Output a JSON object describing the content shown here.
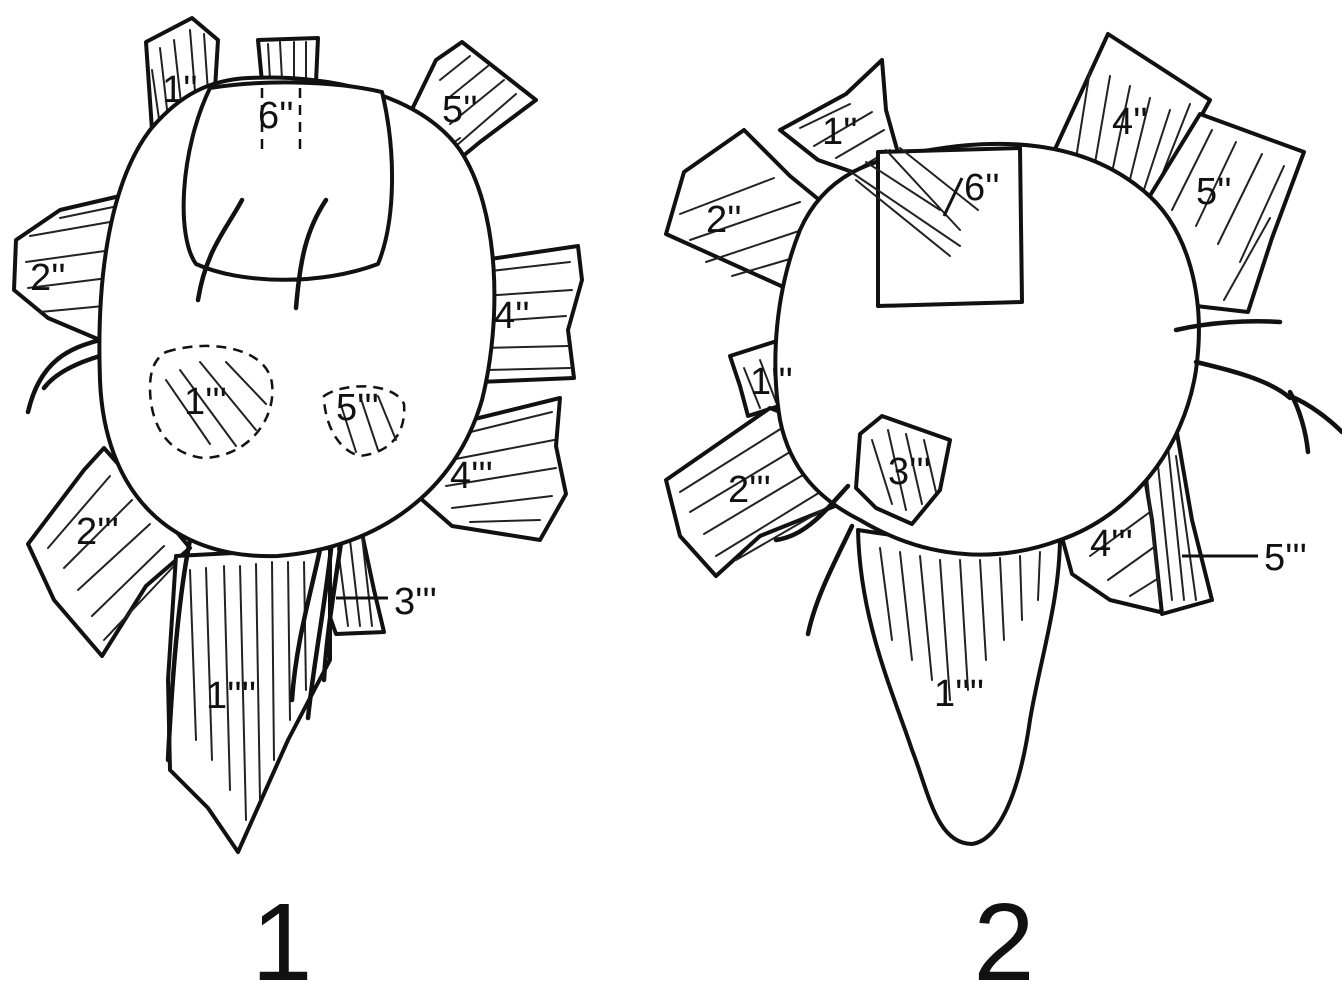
{
  "figures": [
    {
      "number": "1",
      "labels": {
        "p1": "1''",
        "p6": "6''",
        "p5": "5''",
        "p2": "2''",
        "p4": "4''",
        "q1": "1'''",
        "q5": "5'''",
        "q4": "4'''",
        "q2": "2'''",
        "q3": "3'''",
        "r1": "1''''"
      }
    },
    {
      "number": "2",
      "labels": {
        "p1": "1''",
        "p6": "6''",
        "p4": "4''",
        "p5": "5''",
        "p2": "2''",
        "q1": "1'''",
        "q2": "2'''",
        "q3": "3'''",
        "q4": "4'''",
        "q5": "5'''",
        "r1": "1''''"
      }
    }
  ]
}
